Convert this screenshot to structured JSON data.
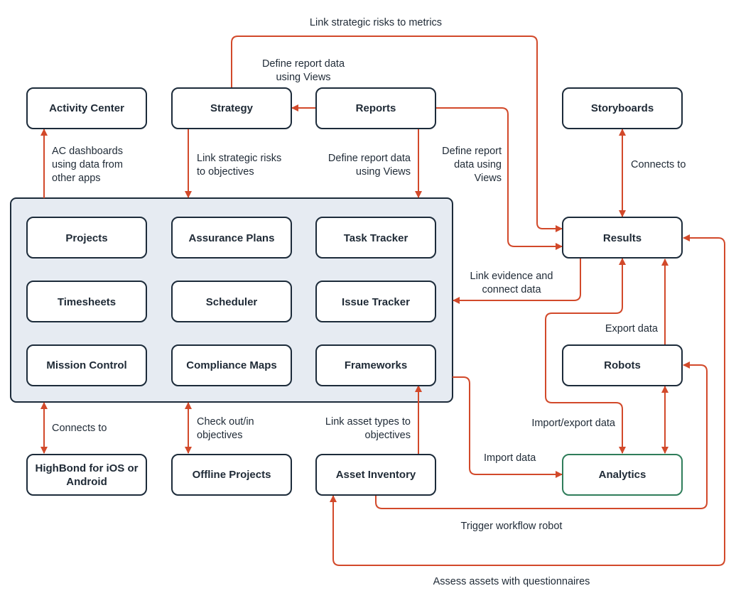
{
  "nodes": {
    "activity_center": "Activity Center",
    "strategy": "Strategy",
    "reports": "Reports",
    "storyboards": "Storyboards",
    "projects": "Projects",
    "assurance_plans": "Assurance Plans",
    "task_tracker": "Task Tracker",
    "timesheets": "Timesheets",
    "scheduler": "Scheduler",
    "issue_tracker": "Issue Tracker",
    "mission_control": "Mission Control",
    "compliance_maps": "Compliance Maps",
    "frameworks": "Frameworks",
    "results": "Results",
    "robots": "Robots",
    "analytics": "Analytics",
    "highbond_line1": "HighBond for iOS or",
    "highbond_line2": "Android",
    "offline_projects": "Offline Projects",
    "asset_inventory": "Asset Inventory"
  },
  "edge_labels": {
    "strategy_to_results": "Link strategic risks to metrics",
    "reports_to_strategy_1": "Define report data",
    "reports_to_strategy_2": "using Views",
    "ac_dashboards_1": "AC dashboards",
    "ac_dashboards_2": "using data from",
    "ac_dashboards_3": "other apps",
    "strategy_to_group_1": "Link strategic risks",
    "strategy_to_group_2": "to objectives",
    "reports_to_group_1": "Define report data",
    "reports_to_group_2": "using Views",
    "reports_to_results_1": "Define report",
    "reports_to_results_2": "data using",
    "reports_to_results_3": "Views",
    "storyboards_results": "Connects to",
    "results_group_1": "Link evidence and",
    "results_group_2": "connect data",
    "robots_to_results": "Export data",
    "robots_analytics": "Import/export data",
    "group_to_analytics": "Import data",
    "group_highbond": "Connects to",
    "group_offline_1": "Check out/in",
    "group_offline_2": "objectives",
    "asset_to_frameworks_1": "Link asset types to",
    "asset_to_frameworks_2": "objectives",
    "asset_to_robots": "Trigger workflow robot",
    "results_to_asset": "Assess assets with questionnaires"
  },
  "colors": {
    "arrow": "#d2492a",
    "box_border": "#1c2b3a",
    "analytics_border": "#2f7d5a",
    "group_fill": "#e6ebf2"
  }
}
